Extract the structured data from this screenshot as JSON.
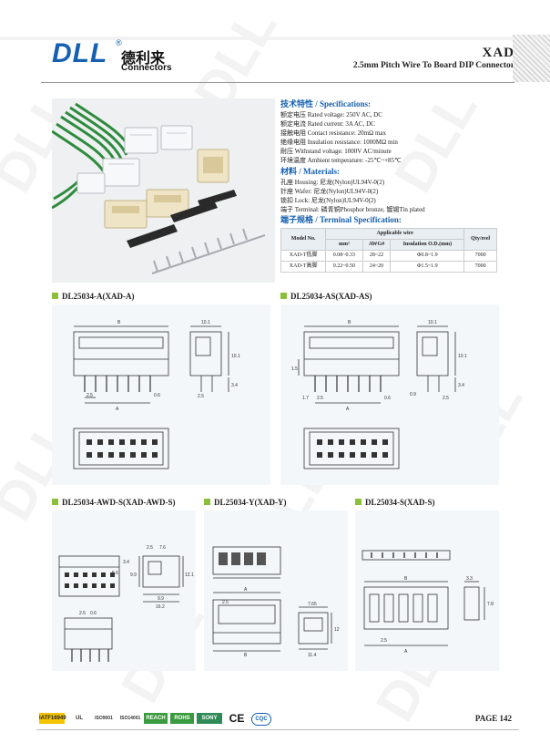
{
  "brand": {
    "logo": "DLL",
    "reg": "®",
    "cn": "德利来",
    "en": "Connectors"
  },
  "title": {
    "model": "XAD",
    "subtitle": "2.5mm Pitch Wire To Board DIP Connector"
  },
  "specs": {
    "spec_head": "技术特性 / Specifications:",
    "spec_lines": [
      "额定电压 Rated voltage: 250V AC, DC",
      "额定电流 Rated current: 3A AC, DC",
      "接触电阻 Contact resistance: 20mΩ max",
      "绝缘电阻 Insulation resistance: 1000MΩ min",
      "耐压 Withstand voltage: 1000V AC/minute",
      "环境温度 Ambient temperature: -25℃~+85℃"
    ],
    "mat_head": "材料 / Materials:",
    "mat_lines": [
      "孔座 Housing: 尼龙(Nylon)UL94V-0(2)",
      "针座 Wafer: 尼龙(Nylon)UL94V-0(2)",
      "锁扣 Lock: 尼龙(Nylon)UL94V-0(2)",
      "端子 Terminal: 磷青铜Phosphor bronze, 镀锡Tin plated"
    ],
    "term_head": "端子规格 / Terminal Specification:",
    "table": {
      "h_model": "Model No.",
      "h_applicable": "Applicable wire",
      "h_qty": "Qty/reel",
      "h_mm": "mm²",
      "h_awg": "AWG#",
      "h_od": "Insulation O.D.(mm)",
      "rows": [
        {
          "model": "XAD-T低脚",
          "mm": "0.08~0.33",
          "awg": "28~22",
          "od": "Φ0.8~1.9",
          "qty": "7000"
        },
        {
          "model": "XAD-T高脚",
          "mm": "0.22~0.50",
          "awg": "24~20",
          "od": "Φ1.5~1.9",
          "qty": "7000"
        }
      ]
    }
  },
  "panels": {
    "a": {
      "title": "DL25034-A(XAD-A)",
      "labels": {
        "b": "B",
        "a": "A",
        "w": "10.1",
        "h": "10.1",
        "p1": "2.5",
        "p2": "0.6",
        "s1": "2.5",
        "s2": "3.4"
      }
    },
    "as": {
      "title": "DL25034-AS(XAD-AS)",
      "labels": {
        "b": "B",
        "a": "A",
        "w": "10.1",
        "h": "10.1",
        "p1": "1.7",
        "p2": "2.5",
        "p3": "0.6",
        "s1": "0.9",
        "s2": "2.5",
        "s3": "3.4",
        "v": "1.5"
      }
    },
    "awd": {
      "title": "DL25034-AWD-S(XAD-AWD-S)",
      "labels": {
        "d1": "2.5",
        "d2": "7.6",
        "d3": "3.4",
        "d4": "9.9",
        "d5": "12.1",
        "d6": "9.9",
        "d7": "16.2",
        "d8": "2.5",
        "d9": "0.6",
        "d10": "5.6"
      }
    },
    "y": {
      "title": "DL25034-Y(XAD-Y)",
      "labels": {
        "a": "A",
        "b": "B",
        "p": "2.5",
        "w": "7.65",
        "h": "12",
        "d": "11.4"
      }
    },
    "s": {
      "title": "DL25034-S(XAD-S)",
      "labels": {
        "b": "B",
        "a": "A",
        "p": "2.5",
        "w": "3.3",
        "h": "7.8"
      }
    }
  },
  "footer": {
    "certs": [
      "IATF16949",
      "UL",
      "ISO9001",
      "ISO14001",
      "REACH",
      "ROHS",
      "SONY",
      "CE",
      "CQC"
    ],
    "page": "PAGE 142"
  },
  "colors": {
    "accent_blue": "#1560b0",
    "title_square": "#8bbf3a",
    "panel_bg": "#f3f7fa"
  }
}
